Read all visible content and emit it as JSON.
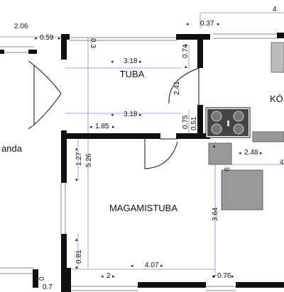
{
  "rooms": {
    "tuba": "TUBA",
    "magamistuba": "MAGAMISTUBA",
    "kook_partial": "KÖ",
    "veranda_partial": "anda"
  },
  "dimensions": {
    "d_2_06": "2.06",
    "d_0_59": "0.59",
    "d_0_3": "0.3",
    "d_3_18_top": "3.18",
    "d_0_74": "0.74",
    "d_0_37": "0.37",
    "d_4_top": "4",
    "d_2_41": "2.41",
    "d_3_18_mid": "3.18",
    "d_1_85": "1.85",
    "d_0_75": "0.75",
    "d_0_51": "0.51",
    "d_2_48": "2.48",
    "d_4_right": "4",
    "d_1_27": "1.27",
    "d_5_26": "5.26",
    "d_9": "9",
    "d_3_64": "3.64",
    "d_0_81": "0.81",
    "d_4_07": "4.07",
    "d_2": "2",
    "d_0_76": "0.76",
    "d_0_7": "0.7",
    "d_0_bottom": "0"
  },
  "colors": {
    "wall": "#111111",
    "dimension_line": "#8888cc",
    "window_line": "#888888",
    "appliance_fill": "#999999"
  }
}
